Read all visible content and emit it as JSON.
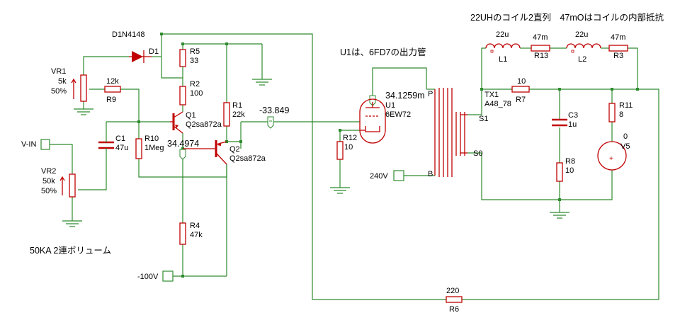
{
  "notes": {
    "coil_note": "22UHのコイル2直列　47mOはコイルの内部抵抗",
    "tube_note": "U1は、6FD7の出力管",
    "volume_note": "50KA 2連ボリューム"
  },
  "components": {
    "D1": {
      "name": "D1",
      "part": "D1N4148"
    },
    "R5": {
      "name": "R5",
      "value": "33"
    },
    "R2": {
      "name": "R2",
      "value": "100"
    },
    "Q1": {
      "name": "Q1",
      "part": "Q2sa872a"
    },
    "Q2": {
      "name": "Q2",
      "part": "Q2sa872a"
    },
    "R1": {
      "name": "R1",
      "value": "22k"
    },
    "VR1": {
      "name": "VR1",
      "value": "5k",
      "setting": "50%"
    },
    "R9": {
      "name": "R9",
      "value": "12k"
    },
    "C1": {
      "name": "C1",
      "value": "47u"
    },
    "R10": {
      "name": "R10",
      "value": "1Meg"
    },
    "VR2": {
      "name": "VR2",
      "value": "50k",
      "setting": "50%"
    },
    "R4": {
      "name": "R4",
      "value": "47k"
    },
    "R12": {
      "name": "R12",
      "value": "10"
    },
    "U1": {
      "name": "U1",
      "part": "6EW72"
    },
    "TX1": {
      "name": "TX1",
      "part": "A48_78",
      "pin_p": "P",
      "pin_b": "B",
      "pin_s1": "S1",
      "pin_s0": "S0"
    },
    "L1": {
      "name": "L1",
      "value": "22u"
    },
    "R13": {
      "name": "R13",
      "value": "47m"
    },
    "L2": {
      "name": "L2",
      "value": "22u"
    },
    "R3": {
      "name": "R3",
      "value": "47m"
    },
    "R7": {
      "name": "R7",
      "value": "10"
    },
    "C3": {
      "name": "C3",
      "value": "1u"
    },
    "R8": {
      "name": "R8",
      "value": "10"
    },
    "R11": {
      "name": "R11",
      "value": "8"
    },
    "V5": {
      "name": "V5",
      "value": "0"
    },
    "R6": {
      "name": "R6",
      "value": "220"
    }
  },
  "ports": {
    "vin": "V-IN",
    "v100": "-100V",
    "v240": "240V"
  },
  "probes": {
    "q2_base": "-33.849",
    "q1_emitter": "34.4974",
    "u1_plate": "34.1259m"
  }
}
